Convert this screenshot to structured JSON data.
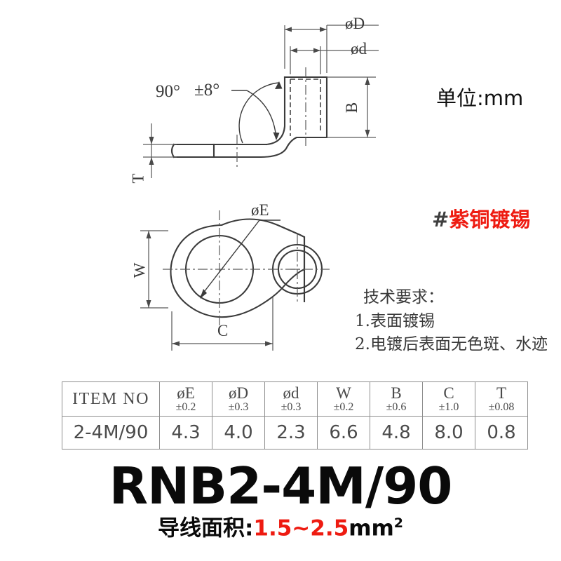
{
  "drawing": {
    "side_view": {
      "name": "side-view",
      "dim_labels": {
        "outer_barrel_dia": "øD",
        "inner_barrel_dia": "ød",
        "barrel_height": "B",
        "thickness": "T"
      },
      "angle_label": "90°",
      "angle_tolerance": "±8°"
    },
    "top_view": {
      "name": "top-view",
      "dim_labels": {
        "hole_dia": "øE",
        "tongue_width": "W",
        "length": "C"
      }
    }
  },
  "notes": {
    "unit": "单位:mm",
    "material_hash": "#",
    "material": "紫铜镀锡",
    "tech_title": "技术要求：",
    "tech_items": [
      "1.表面镀锡",
      "2.电镀后表面无色斑、水迹"
    ]
  },
  "spec_table": {
    "headers": [
      {
        "symbol": "ITEM NO",
        "tolerance": ""
      },
      {
        "symbol": "øE",
        "tolerance": "±0.2"
      },
      {
        "symbol": "øD",
        "tolerance": "±0.3"
      },
      {
        "symbol": "ød",
        "tolerance": "±0.3"
      },
      {
        "symbol": "W",
        "tolerance": "±0.2"
      },
      {
        "symbol": "B",
        "tolerance": "±0.6"
      },
      {
        "symbol": "C",
        "tolerance": "±1.0"
      },
      {
        "symbol": "T",
        "tolerance": "±0.08"
      }
    ],
    "rows": [
      {
        "item_no": "2-4M/90",
        "values": [
          "4.3",
          "4.0",
          "2.3",
          "6.6",
          "4.8",
          "8.0",
          "0.8"
        ]
      }
    ]
  },
  "title": {
    "model": "RNB2-4M/90",
    "wire_label": "导线面积:",
    "wire_range": "1.5~2.5",
    "wire_unit": "mm",
    "wire_unit_sup": "2"
  },
  "colors": {
    "accent_red": "#ee1b11",
    "line_gray": "#3b3b3b",
    "table_text": "#4b4b4b",
    "background": "#ffffff"
  }
}
